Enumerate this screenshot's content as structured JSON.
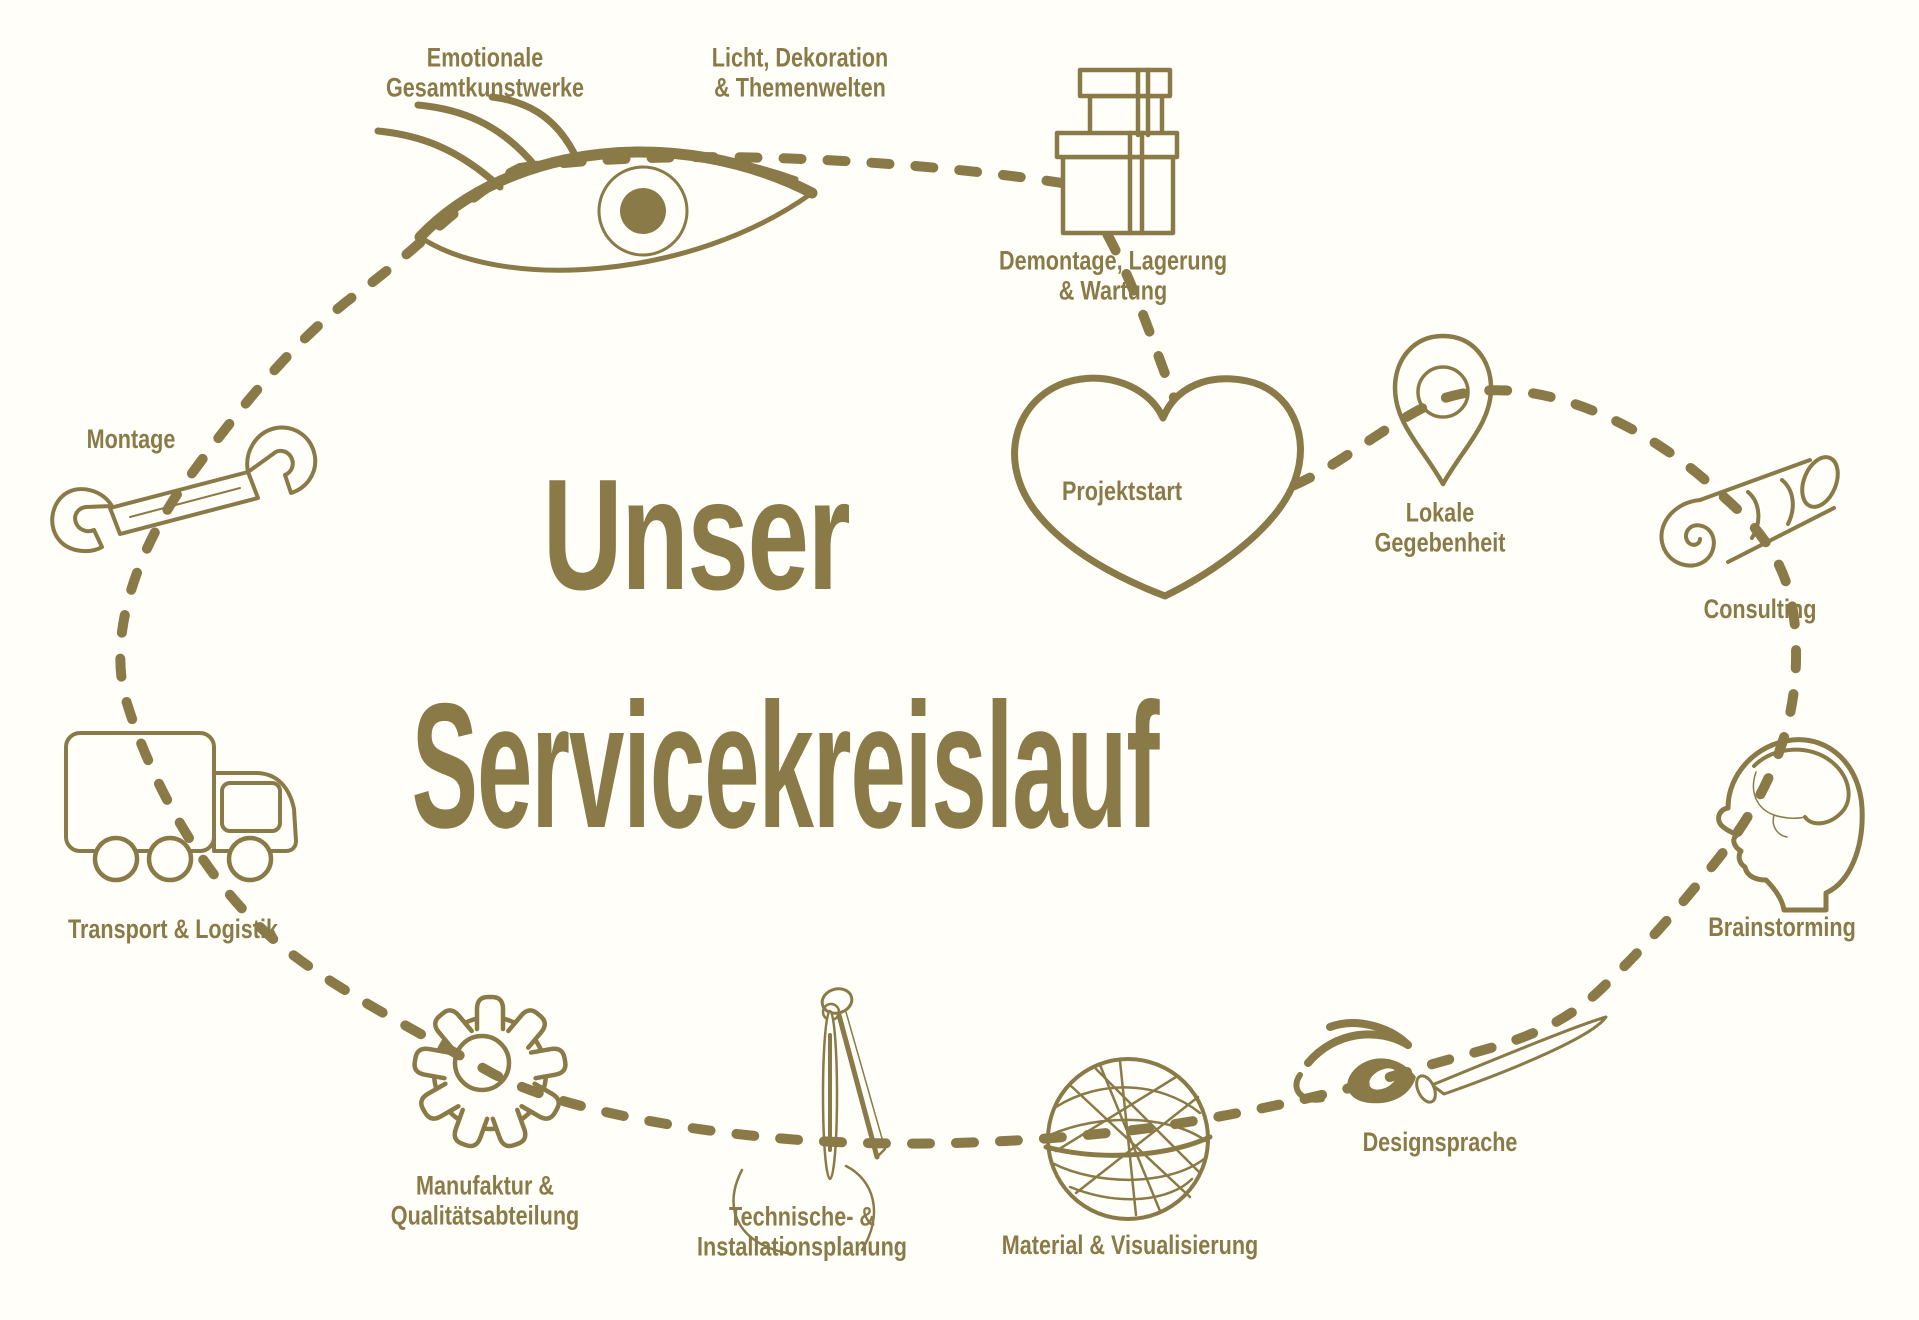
{
  "title": {
    "line1": "Unser",
    "line2": "Servicekreislauf"
  },
  "colors": {
    "accent": "#8a7a47",
    "background": "#fffef9",
    "dash_color": "#8a7a47"
  },
  "diagram": {
    "type": "service-cycle",
    "path_style": "dashed-ellipse"
  },
  "stations": [
    {
      "name": "emotionale-gesamtkunstwerke",
      "icon": "eye-icon",
      "label_line1": "Emotionale",
      "label_line2": "Gesamtkunstwerke"
    },
    {
      "name": "licht-dekoration",
      "icon": "eye-icon",
      "label_line1": "Licht, Dekoration",
      "label_line2": "& Themenwelten"
    },
    {
      "name": "demontage-lagerung",
      "icon": "gift-boxes-icon",
      "label_line1": "Demontage, Lagerung",
      "label_line2": "& Wartung"
    },
    {
      "name": "projektstart",
      "icon": "heart-icon",
      "label_line1": "Projektstart",
      "label_line2": ""
    },
    {
      "name": "lokale-gegebenheit",
      "icon": "location-pin-icon",
      "label_line1": "Lokale",
      "label_line2": "Gegebenheit"
    },
    {
      "name": "consulting",
      "icon": "paper-roll-icon",
      "label_line1": "Consulting",
      "label_line2": ""
    },
    {
      "name": "brainstorming",
      "icon": "head-brain-icon",
      "label_line1": "Brainstorming",
      "label_line2": ""
    },
    {
      "name": "designsprache",
      "icon": "paintbrush-icon",
      "label_line1": "Designsprache",
      "label_line2": ""
    },
    {
      "name": "material-visualisierung",
      "icon": "sphere-icon",
      "label_line1": "Material & Visualisierung",
      "label_line2": ""
    },
    {
      "name": "technische-installationsplanung",
      "icon": "drafting-compass-icon",
      "label_line1": "Technische- &",
      "label_line2": "Installationsplanung"
    },
    {
      "name": "manufaktur-qualitaetsabteilung",
      "icon": "gear-icon",
      "label_line1": "Manufaktur &",
      "label_line2": "Qualitätsabteilung"
    },
    {
      "name": "transport-logistik",
      "icon": "truck-icon",
      "label_line1": "Transport & Logistik",
      "label_line2": ""
    },
    {
      "name": "montage",
      "icon": "wrench-icon",
      "label_line1": "Montage",
      "label_line2": ""
    }
  ]
}
